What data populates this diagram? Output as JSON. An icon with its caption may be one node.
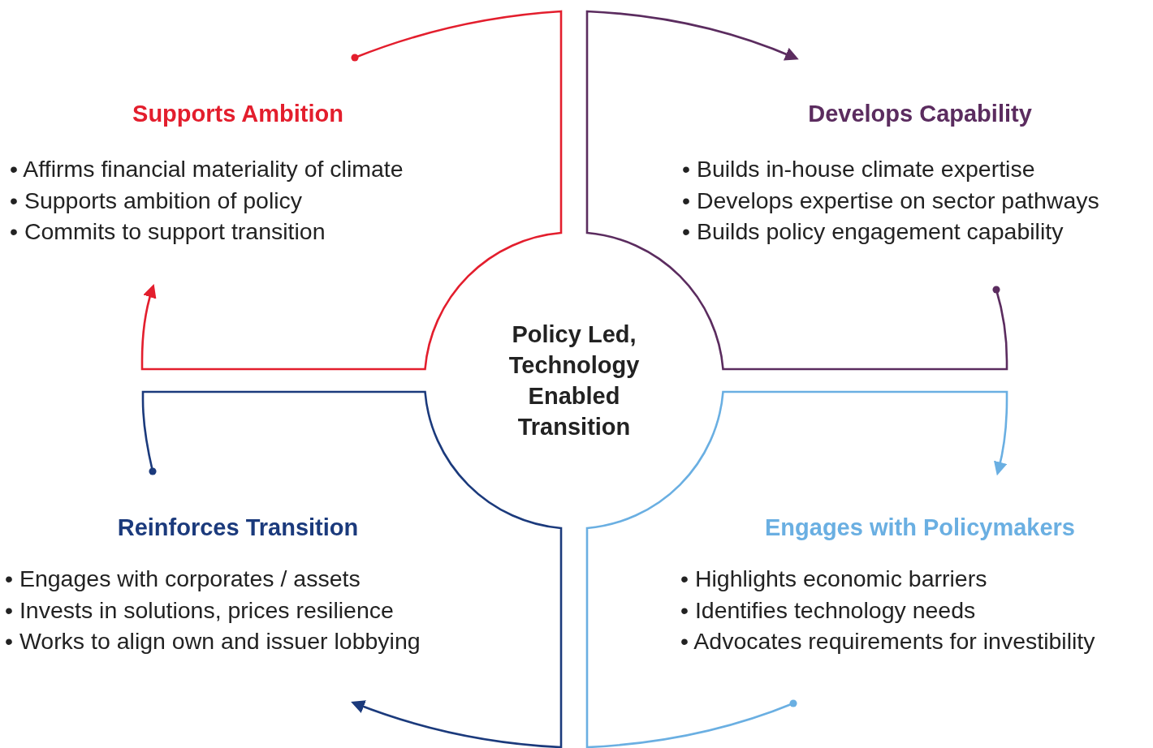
{
  "diagram": {
    "nodes": [
      {
        "text": [
          "Supports Ambition",
          "• Affirms financial materiality of climate",
          "• Supports ambition of policy",
          "• Commits to support transition"
        ]
      },
      {
        "text": [
          "Develops Capability",
          "• Builds in-house climate expertise",
          "• Develops expertise on sector pathways",
          "• Builds policy engagement capability"
        ]
      },
      {
        "text": [
          "Policy Led, Technology Enabled Transition"
        ]
      },
      {
        "text": [
          "Reinforces Transition",
          "• Engages with corporates / assets",
          "• Invests in solutions, prices resilience",
          "• Works to align own and issuer lobbying"
        ]
      },
      {
        "text": [
          "Engages with Policymakers",
          "• Highlights economic barriers",
          "• Identifies technology needs",
          "• Advocates requirements for investibility"
        ]
      }
    ]
  }
}
